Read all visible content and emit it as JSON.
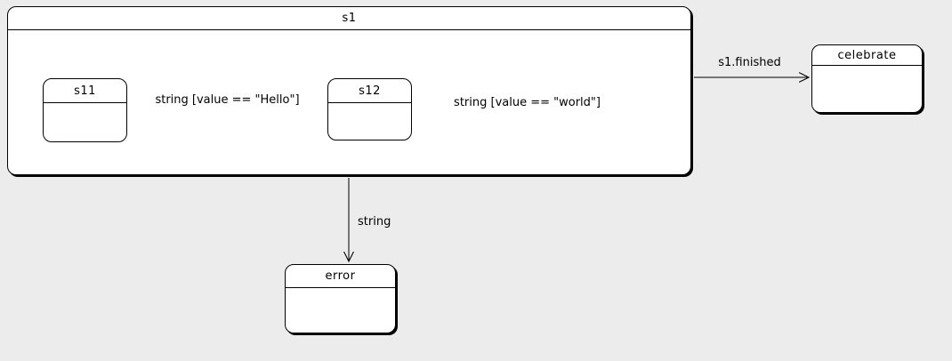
{
  "colors": {
    "background": "#ececec",
    "state_fill": "#ffffff",
    "stroke": "#000000"
  },
  "states": {
    "s1": {
      "name": "s1"
    },
    "s11": {
      "name": "s11"
    },
    "s12": {
      "name": "s12"
    },
    "celebrate": {
      "name": "celebrate"
    },
    "error": {
      "name": "error"
    }
  },
  "nodes": {
    "initial": "initial-pseudostate",
    "final": "final-state"
  },
  "transitions": {
    "initial_to_s11": {
      "label": ""
    },
    "s11_to_s12": {
      "label": "string [value == \"Hello\"]"
    },
    "s12_to_final": {
      "label": "string [value == \"world\"]"
    },
    "s1_to_celebrate": {
      "label": "s1.finished"
    },
    "s1_to_error": {
      "label": "string"
    }
  }
}
